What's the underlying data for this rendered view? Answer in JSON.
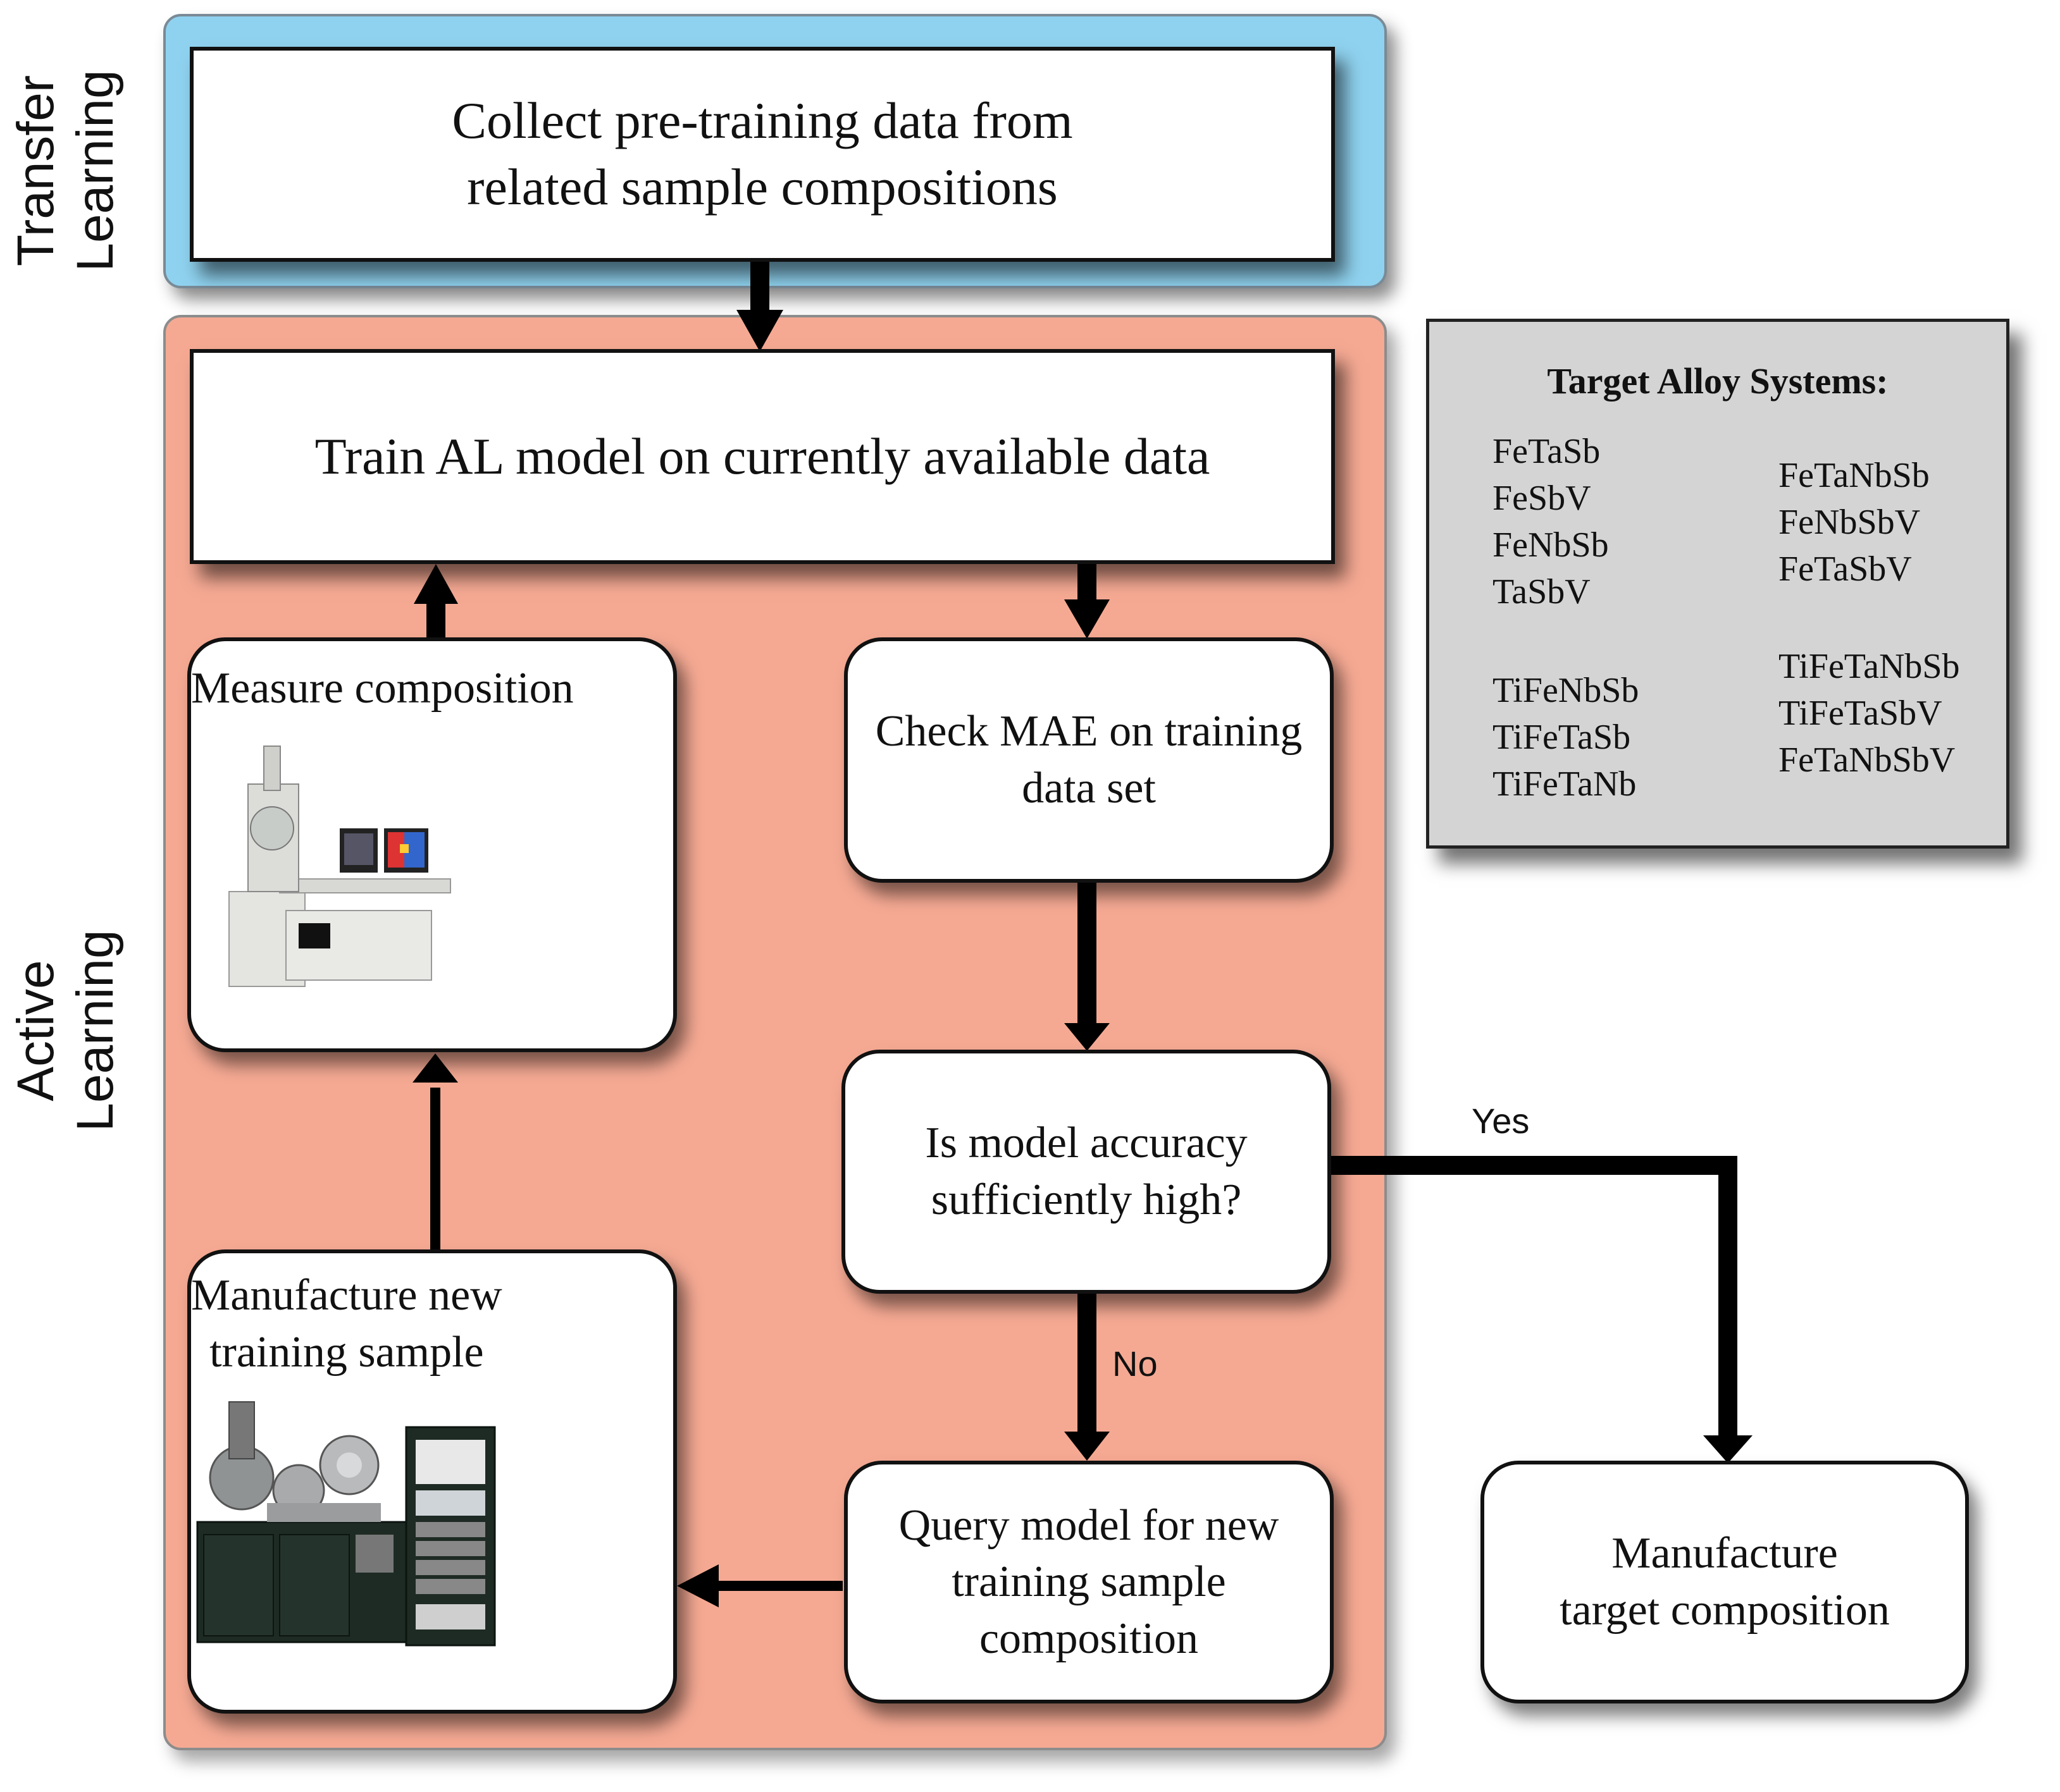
{
  "side_labels": {
    "transfer": "Transfer\nLearning",
    "active": "Active\nLearning"
  },
  "nodes": {
    "collect": "Collect pre-training data from\nrelated sample compositions",
    "train": "Train AL model on currently available data",
    "measure": "Measure composition",
    "check": "Check MAE on training\ndata set",
    "accuracy": "Is model accuracy\nsufficiently high?",
    "manufacture_training": "Manufacture new\ntraining sample",
    "query": "Query model for new\ntraining sample\ncomposition",
    "manufacture_target": "Manufacture\ntarget composition"
  },
  "edge_labels": {
    "yes": "Yes",
    "no": "No"
  },
  "target_panel": {
    "title": "Target Alloy Systems:",
    "col1_group1": [
      "FeTaSb",
      "FeSbV",
      "FeNbSb",
      "TaSbV"
    ],
    "col1_group2": [
      "TiFeNbSb",
      "TiFeTaSb",
      "TiFeTaNb"
    ],
    "col2_group1": [
      "FeTaNbSb",
      "FeNbSbV",
      "FeTaSbV"
    ],
    "col2_group2": [
      "TiFeTaNbSb",
      "TiFeTaSbV",
      "FeTaNbSbV"
    ]
  },
  "colors": {
    "transfer_region": "#8fd2ef",
    "active_region": "#f5a993",
    "panel": "#d4d4d4",
    "arrow": "#000000"
  },
  "images": {
    "measure": "electron-microscope-photo",
    "manufacture": "deposition-system-photo"
  }
}
